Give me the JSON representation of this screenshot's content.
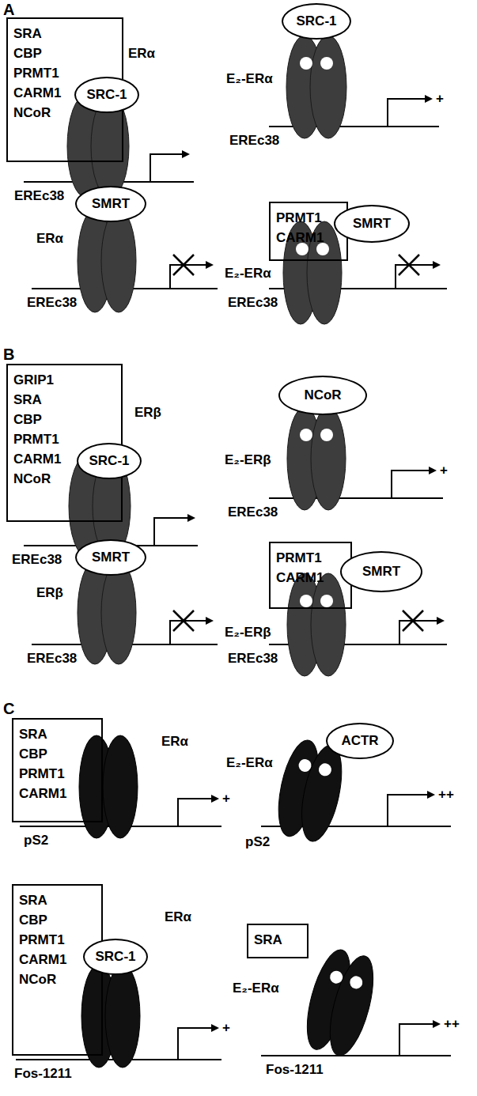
{
  "diagram": {
    "nodes": [
      {
        "text": [
          "SRA",
          "CBP",
          "PRMT1",
          "CARM1",
          "NCoR"
        ]
      },
      {
        "text": [
          "SRC-1"
        ]
      },
      {
        "text": [
          "SRC-1"
        ]
      },
      {
        "text": [
          "SMRT"
        ]
      },
      {
        "text": [
          "PRMT1",
          "CARM1"
        ]
      },
      {
        "text": [
          "SMRT"
        ]
      },
      {
        "text": [
          "GRIP1",
          "SRA",
          "CBP",
          "PRMT1",
          "CARM1",
          "NCoR"
        ]
      },
      {
        "text": [
          "SRC-1"
        ]
      },
      {
        "text": [
          "NCoR"
        ]
      },
      {
        "text": [
          "SMRT"
        ]
      },
      {
        "text": [
          "PRMT1",
          "CARM1"
        ]
      },
      {
        "text": [
          "SMRT"
        ]
      },
      {
        "text": [
          "SRA",
          "CBP",
          "PRMT1",
          "CARM1"
        ]
      },
      {
        "text": [
          "ACTR"
        ]
      },
      {
        "text": [
          "SRA",
          "CBP",
          "PRMT1",
          "CARM1",
          "NCoR"
        ]
      },
      {
        "text": [
          "SRC-1"
        ]
      },
      {
        "text": [
          "SRA"
        ]
      }
    ],
    "labels": [
      "A",
      "ERα",
      "EREc38",
      "E₂-ERα",
      "+",
      "EREc38",
      "ERα",
      "EREc38",
      "E₂-ERα",
      "EREc38",
      "B",
      "ERβ",
      "EREc38",
      "E₂-ERβ",
      "+",
      "EREc38",
      "ERβ",
      "EREc38",
      "E₂-ERβ",
      "EREc38",
      "C",
      "ERα",
      "+",
      "pS2",
      "E₂-ERα",
      "++",
      "pS2",
      "ERα",
      "+",
      "Fos-1211",
      "E₂-ERα",
      "++",
      "Fos-1211"
    ]
  }
}
